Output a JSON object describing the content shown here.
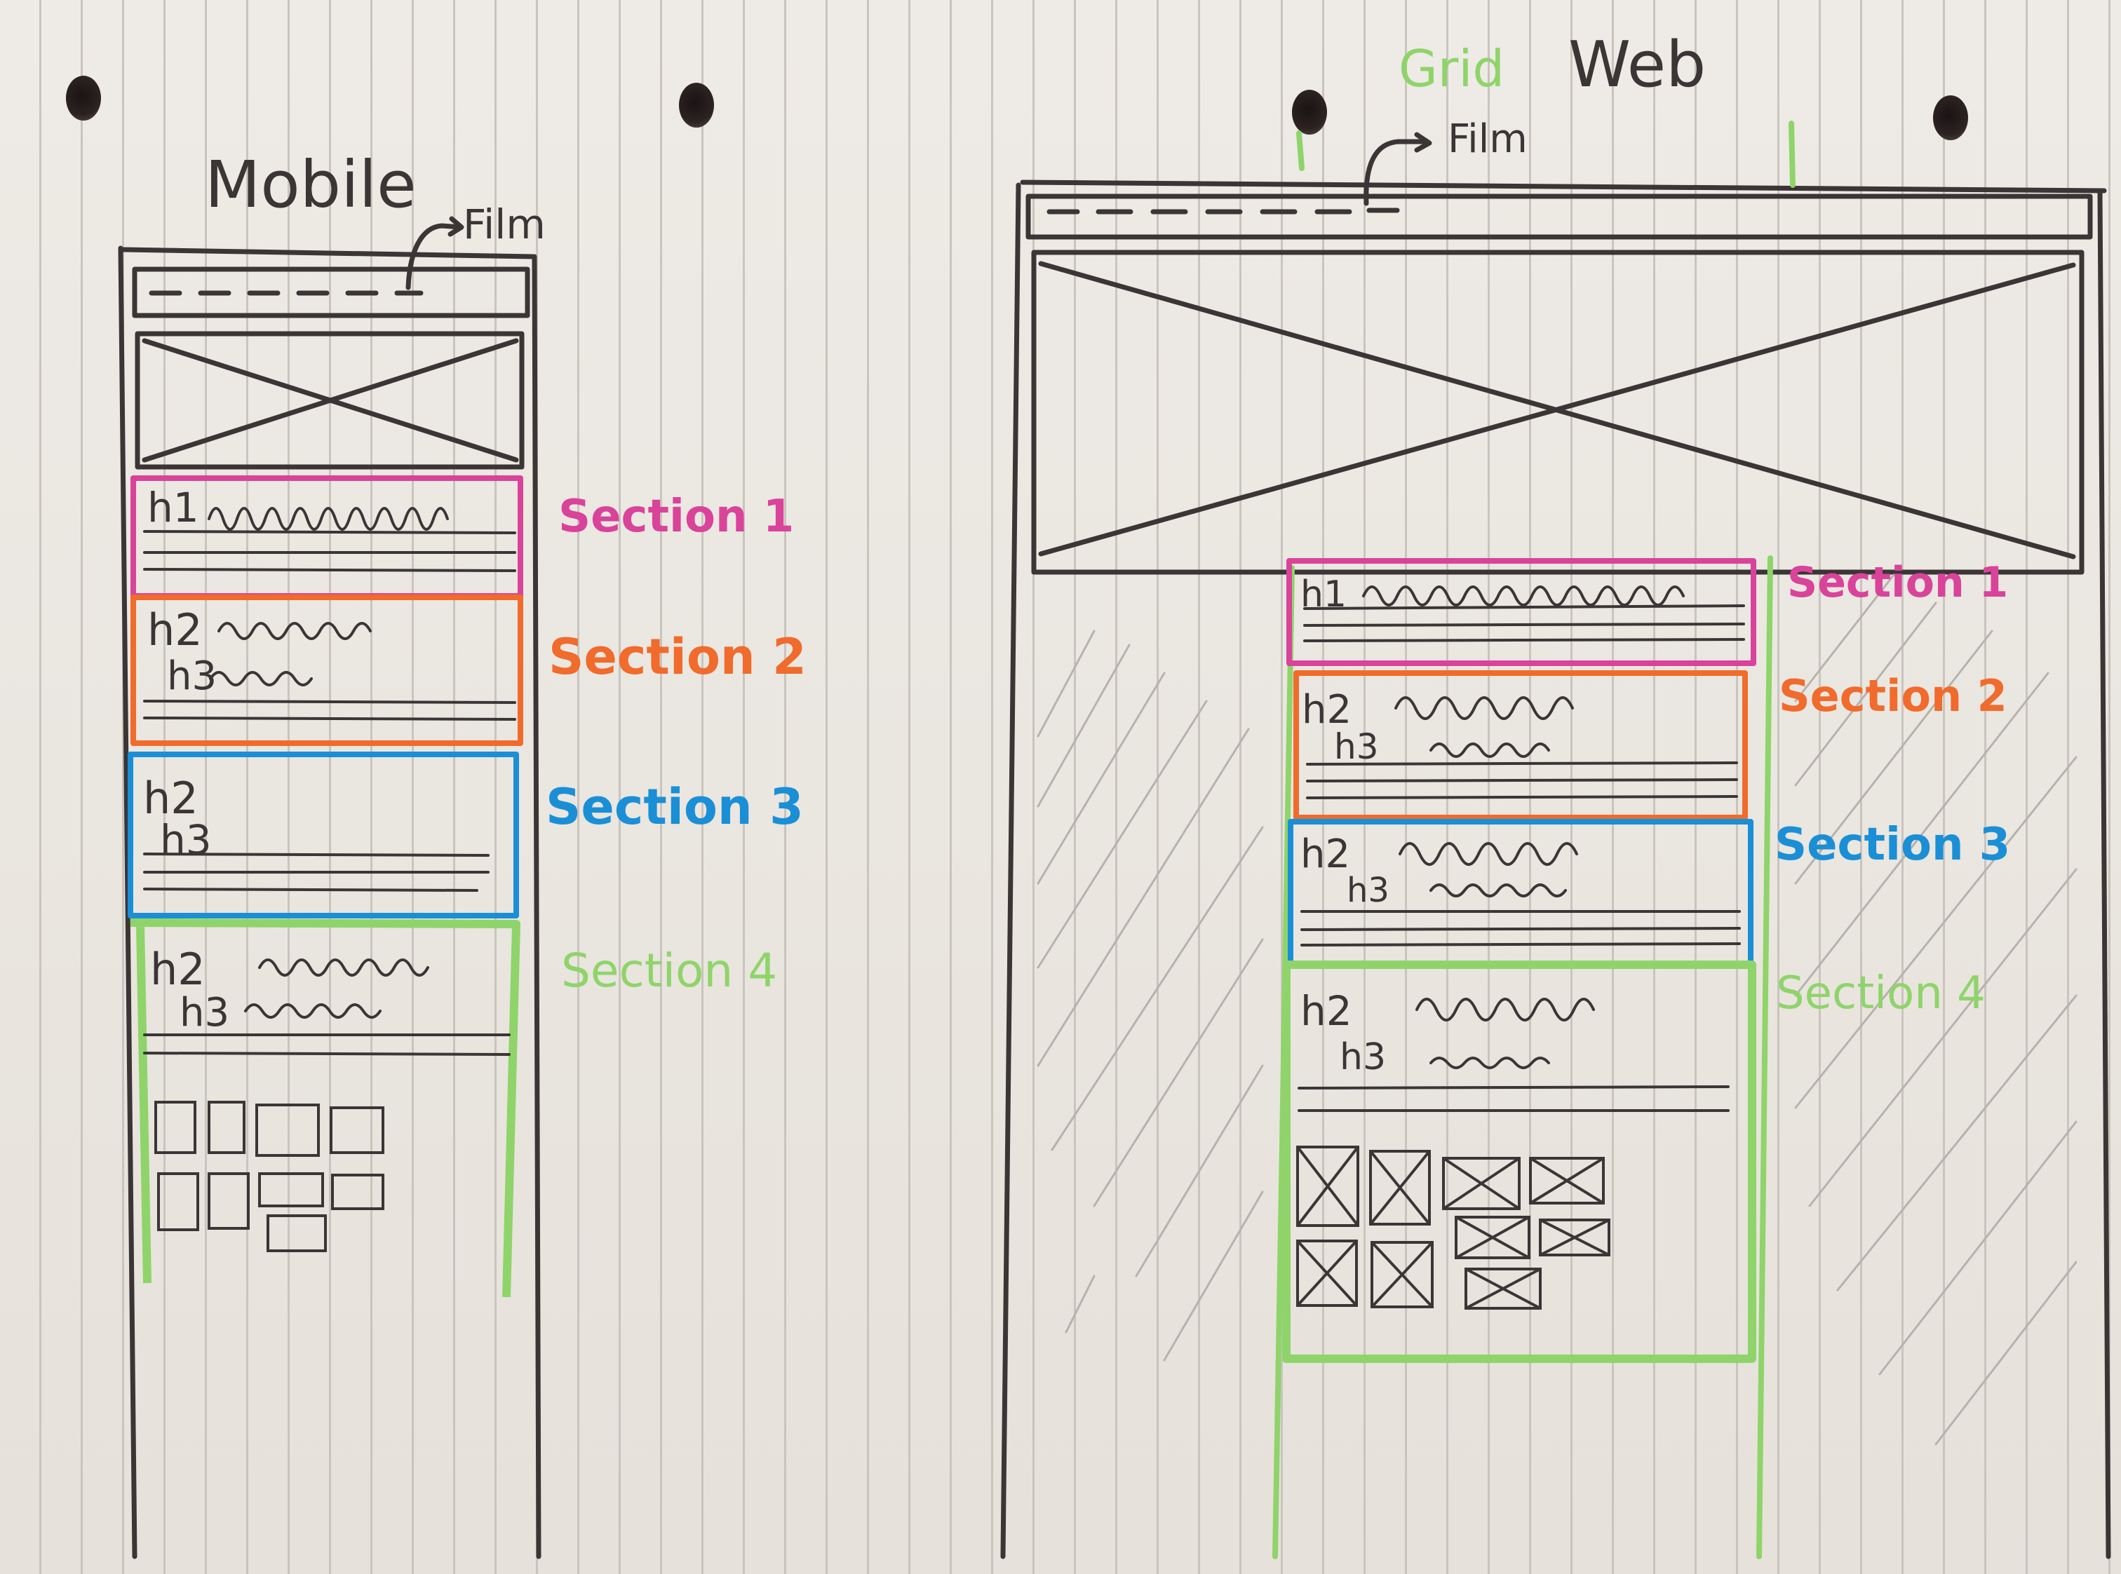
{
  "mobile": {
    "title": "Mobile",
    "film_label": "Film",
    "sections": [
      {
        "label": "Section 1",
        "color": "#d9439a"
      },
      {
        "label": "Section 2",
        "color": "#f06b2c"
      },
      {
        "label": "Section 3",
        "color": "#1a8fd6"
      },
      {
        "label": "Section 4",
        "color": "#8fd46a"
      }
    ],
    "headings": {
      "s1_h1": "h1",
      "s2_h2": "h2",
      "s2_h3": "h3",
      "s3_h2": "h2",
      "s3_h3": "h3",
      "s4_h2": "h2",
      "s4_h3": "h3"
    }
  },
  "web": {
    "grid_label": "Grid",
    "title": "Web",
    "film_label": "Film",
    "sections": [
      {
        "label": "Section 1",
        "color": "#d9439a"
      },
      {
        "label": "Section 2",
        "color": "#f06b2c"
      },
      {
        "label": "Section 3",
        "color": "#1a8fd6"
      },
      {
        "label": "Section 4",
        "color": "#8fd46a"
      }
    ],
    "headings": {
      "s1_h1": "h1",
      "s2_h2": "h2",
      "s2_h3": "h3",
      "s3_h2": "h2",
      "s3_h3": "h3",
      "s4_h2": "h2",
      "s4_h3": "h3"
    }
  },
  "colors": {
    "ink": "#3b3536",
    "grid_green": "#8fd46a",
    "pink": "#d9439a",
    "orange": "#f06b2c",
    "blue": "#1a8fd6"
  }
}
